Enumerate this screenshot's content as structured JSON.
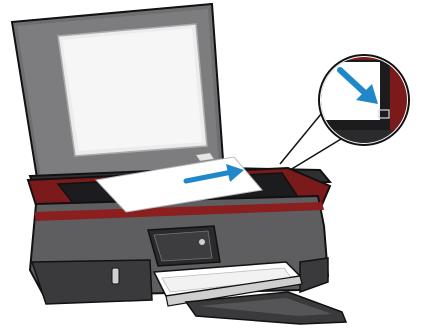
{
  "illustration": {
    "subject": "printer-scanner",
    "lid_state": "open",
    "action_arrows": [
      "arrow-into-corner",
      "arrow-right-on-glass"
    ],
    "colors": {
      "body_dark": "#3a3a3c",
      "body_mid": "#5e5e61",
      "lid_grey": "#6f6f72",
      "lid_pad": "#e8e8e8",
      "glass_dark": "#1c1c1e",
      "accent_red": "#7a1a1a",
      "arrow_blue": "#1e88c8",
      "paper": "#ffffff",
      "outline": "#111111"
    },
    "icons": [
      "arrow-icon",
      "scanner-corner-icon"
    ]
  }
}
